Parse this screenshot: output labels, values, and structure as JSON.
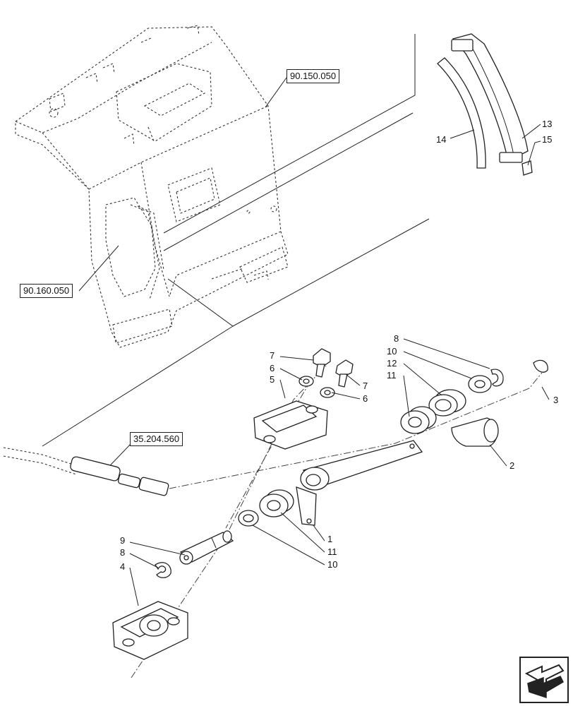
{
  "references": {
    "sheet_frame": "90.150.050",
    "deflector": "90.160.050",
    "cable": "35.204.560"
  },
  "callouts": {
    "c1": "1",
    "c2": "2",
    "c3": "3",
    "c4": "4",
    "c5": "5",
    "c6a": "6",
    "c6b": "6",
    "c7a": "7",
    "c7b": "7",
    "c8a": "8",
    "c8b": "8",
    "c9": "9",
    "c10a": "10",
    "c10b": "10",
    "c11a": "11",
    "c11b": "11",
    "c12": "12",
    "c13": "13",
    "c14": "14",
    "c15": "15"
  },
  "icons": {
    "navigation": "arrow-return-icon"
  }
}
